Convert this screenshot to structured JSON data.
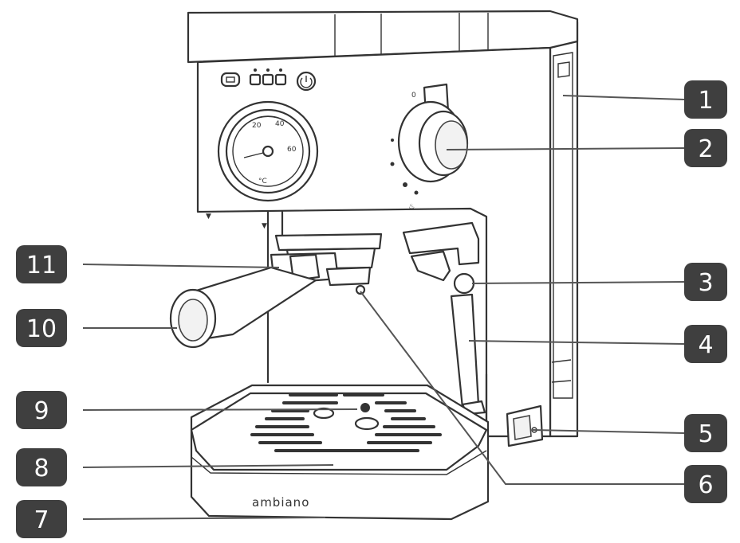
{
  "diagram": {
    "brand_label": "ambiano",
    "callouts": [
      {
        "id": "1",
        "label": "1"
      },
      {
        "id": "2",
        "label": "2"
      },
      {
        "id": "3",
        "label": "3"
      },
      {
        "id": "4",
        "label": "4"
      },
      {
        "id": "5",
        "label": "5"
      },
      {
        "id": "6",
        "label": "6"
      },
      {
        "id": "7",
        "label": "7"
      },
      {
        "id": "8",
        "label": "8"
      },
      {
        "id": "9",
        "label": "9"
      },
      {
        "id": "10",
        "label": "10"
      },
      {
        "id": "11",
        "label": "11"
      }
    ]
  }
}
